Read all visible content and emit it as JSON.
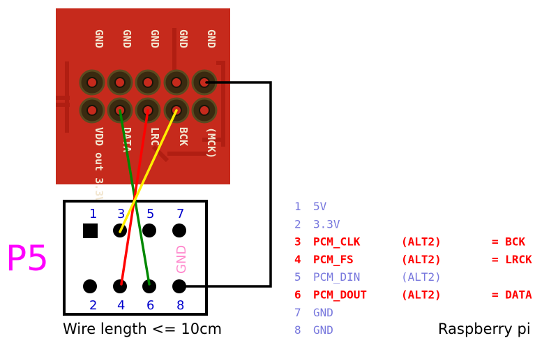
{
  "pcb": {
    "top_labels": [
      "GND",
      "GND",
      "GND",
      "GND",
      "GND"
    ],
    "bottom_labels": [
      "VDD out 3.3V",
      "DATA",
      "LRC",
      "BCK",
      "(MCK)"
    ],
    "colors": {
      "board": "#c62a1c",
      "copper": "#4a3a1a",
      "silk": "#f2e6d0"
    }
  },
  "header": {
    "title": "P5",
    "top_pin_numbers": [
      "1",
      "3",
      "5",
      "7"
    ],
    "bottom_pin_numbers": [
      "2",
      "4",
      "6",
      "8"
    ],
    "gnd_label": "GND",
    "colors": {
      "title": "#ff00ff",
      "gnd": "#ff88cc",
      "pin_numbers": "#0000cc"
    }
  },
  "wire_note": "Wire length <= 10cm",
  "wires": [
    {
      "name": "BCK",
      "color": "#ffee00"
    },
    {
      "name": "LRCK",
      "color": "#ff0000"
    },
    {
      "name": "DATA",
      "color": "#008800"
    },
    {
      "name": "GND",
      "color": "#000000"
    }
  ],
  "pin_table": [
    {
      "num": "1",
      "name": "5V",
      "alt": "",
      "assign": "",
      "highlight": false
    },
    {
      "num": "2",
      "name": "3.3V",
      "alt": "",
      "assign": "",
      "highlight": false
    },
    {
      "num": "3",
      "name": "PCM_CLK",
      "alt": "(ALT2)",
      "assign": "= BCK",
      "highlight": true
    },
    {
      "num": "4",
      "name": "PCM_FS",
      "alt": "(ALT2)",
      "assign": "= LRCK",
      "highlight": true
    },
    {
      "num": "5",
      "name": "PCM_DIN",
      "alt": "(ALT2)",
      "assign": "",
      "highlight": false
    },
    {
      "num": "6",
      "name": "PCM_DOUT",
      "alt": "(ALT2)",
      "assign": "= DATA",
      "highlight": true
    },
    {
      "num": "7",
      "name": "GND",
      "alt": "",
      "assign": "",
      "highlight": false
    },
    {
      "num": "8",
      "name": "GND",
      "alt": "",
      "assign": "",
      "highlight": false
    }
  ],
  "table_colors": {
    "normal": "#7777dd",
    "highlight": "#ff0000"
  },
  "footer_label": "Raspberry pi"
}
